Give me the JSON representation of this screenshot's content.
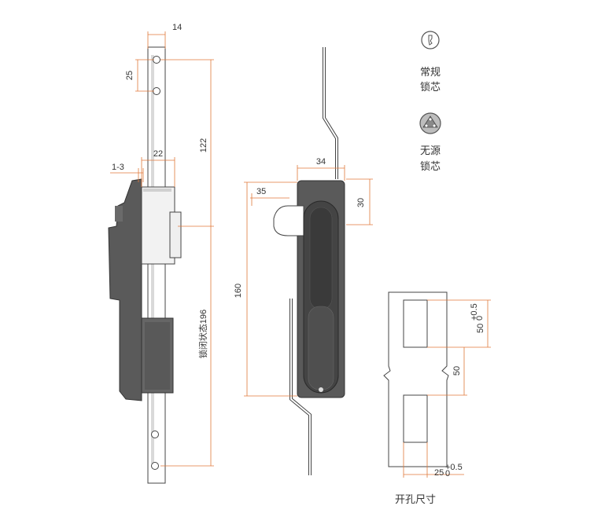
{
  "side_view": {
    "dim_top_width": "14",
    "dim_hole_spacing": "25",
    "dim_total_length": "122",
    "dim_bracket_width": "22",
    "dim_offset": "1-3",
    "dim_locked_length": "锁闭状态196"
  },
  "front_view": {
    "dim_width": "34",
    "dim_handle_offset": "35",
    "dim_height_top": "30",
    "dim_height": "160"
  },
  "legend": {
    "regular_core_label_1": "常规",
    "regular_core_label_2": "锁芯",
    "passive_core_label_1": "无源",
    "passive_core_label_2": "锁芯"
  },
  "cutout": {
    "dim_slot_height": "50",
    "dim_slot_height_tol_plus": "+0.5",
    "dim_slot_height_tol_minus": "0",
    "dim_slot_spacing": "50",
    "dim_slot_width": "25",
    "dim_slot_width_tol_plus": "+0.5",
    "dim_slot_width_tol_minus": "0",
    "title": "开孔尺寸"
  },
  "colors": {
    "body_dark": "#5a5a5a",
    "dimension_line": "#e0793a",
    "outline": "#444444"
  }
}
